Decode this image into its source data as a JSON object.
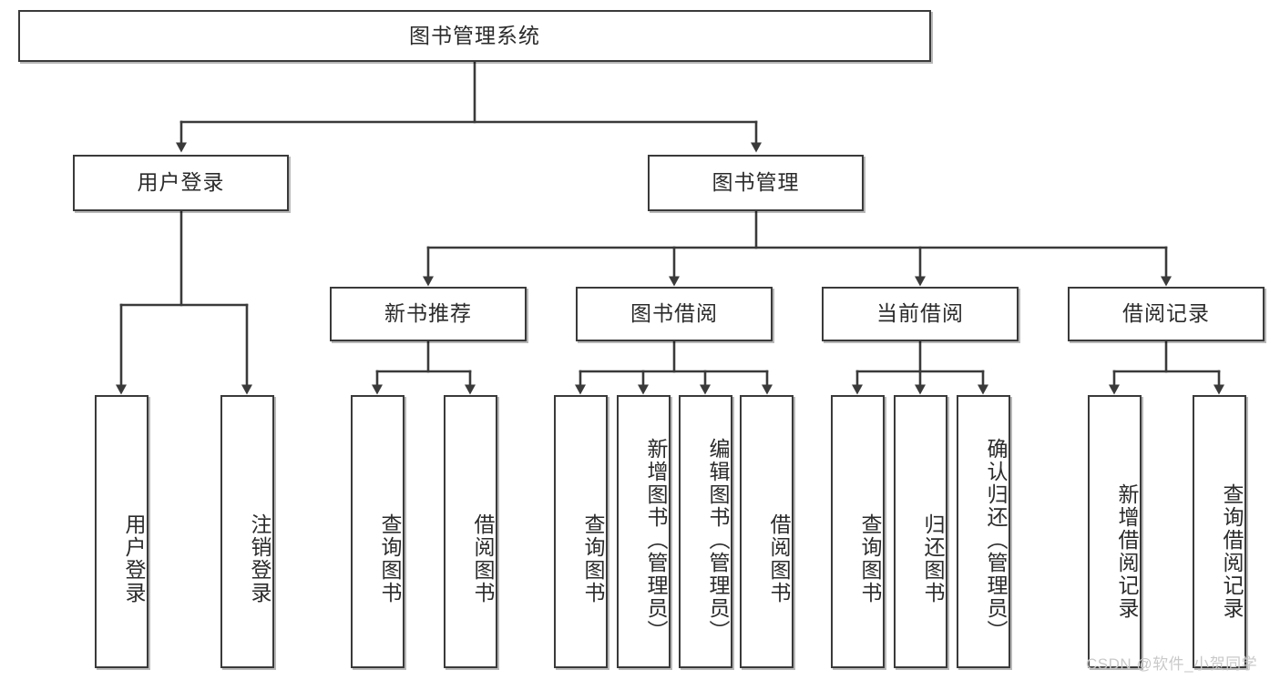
{
  "diagram": {
    "type": "tree-hierarchy",
    "title": "图书管理系统",
    "watermark": "CSDN @软件_小贺同学",
    "colors": {
      "box_border": "#3a3a3a",
      "box_fill": "#ffffff",
      "connector": "#3a3a3a",
      "text": "#2b2b2b",
      "watermark": "#c9c9c9"
    },
    "levels": {
      "root": {
        "label": "图书管理系统"
      },
      "level2": [
        {
          "label": "用户登录"
        },
        {
          "label": "图书管理"
        }
      ],
      "level3": [
        {
          "label": "新书推荐"
        },
        {
          "label": "图书借阅"
        },
        {
          "label": "当前借阅"
        },
        {
          "label": "借阅记录"
        }
      ],
      "leaves": {
        "user_login": [
          {
            "label": "用户登录"
          },
          {
            "label": "注销登录"
          }
        ],
        "new_book": [
          {
            "label": "查询图书"
          },
          {
            "label": "借阅图书"
          }
        ],
        "book_borrow": [
          {
            "label": "查询图书"
          },
          {
            "label": "新增图书（管理员）"
          },
          {
            "label": "编辑图书（管理员）"
          },
          {
            "label": "借阅图书"
          }
        ],
        "current_borrow": [
          {
            "label": "查询图书"
          },
          {
            "label": "归还图书"
          },
          {
            "label": "确认归还（管理员）"
          }
        ],
        "borrow_record": [
          {
            "label": "新增借阅记录"
          },
          {
            "label": "查询借阅记录"
          }
        ]
      }
    }
  }
}
